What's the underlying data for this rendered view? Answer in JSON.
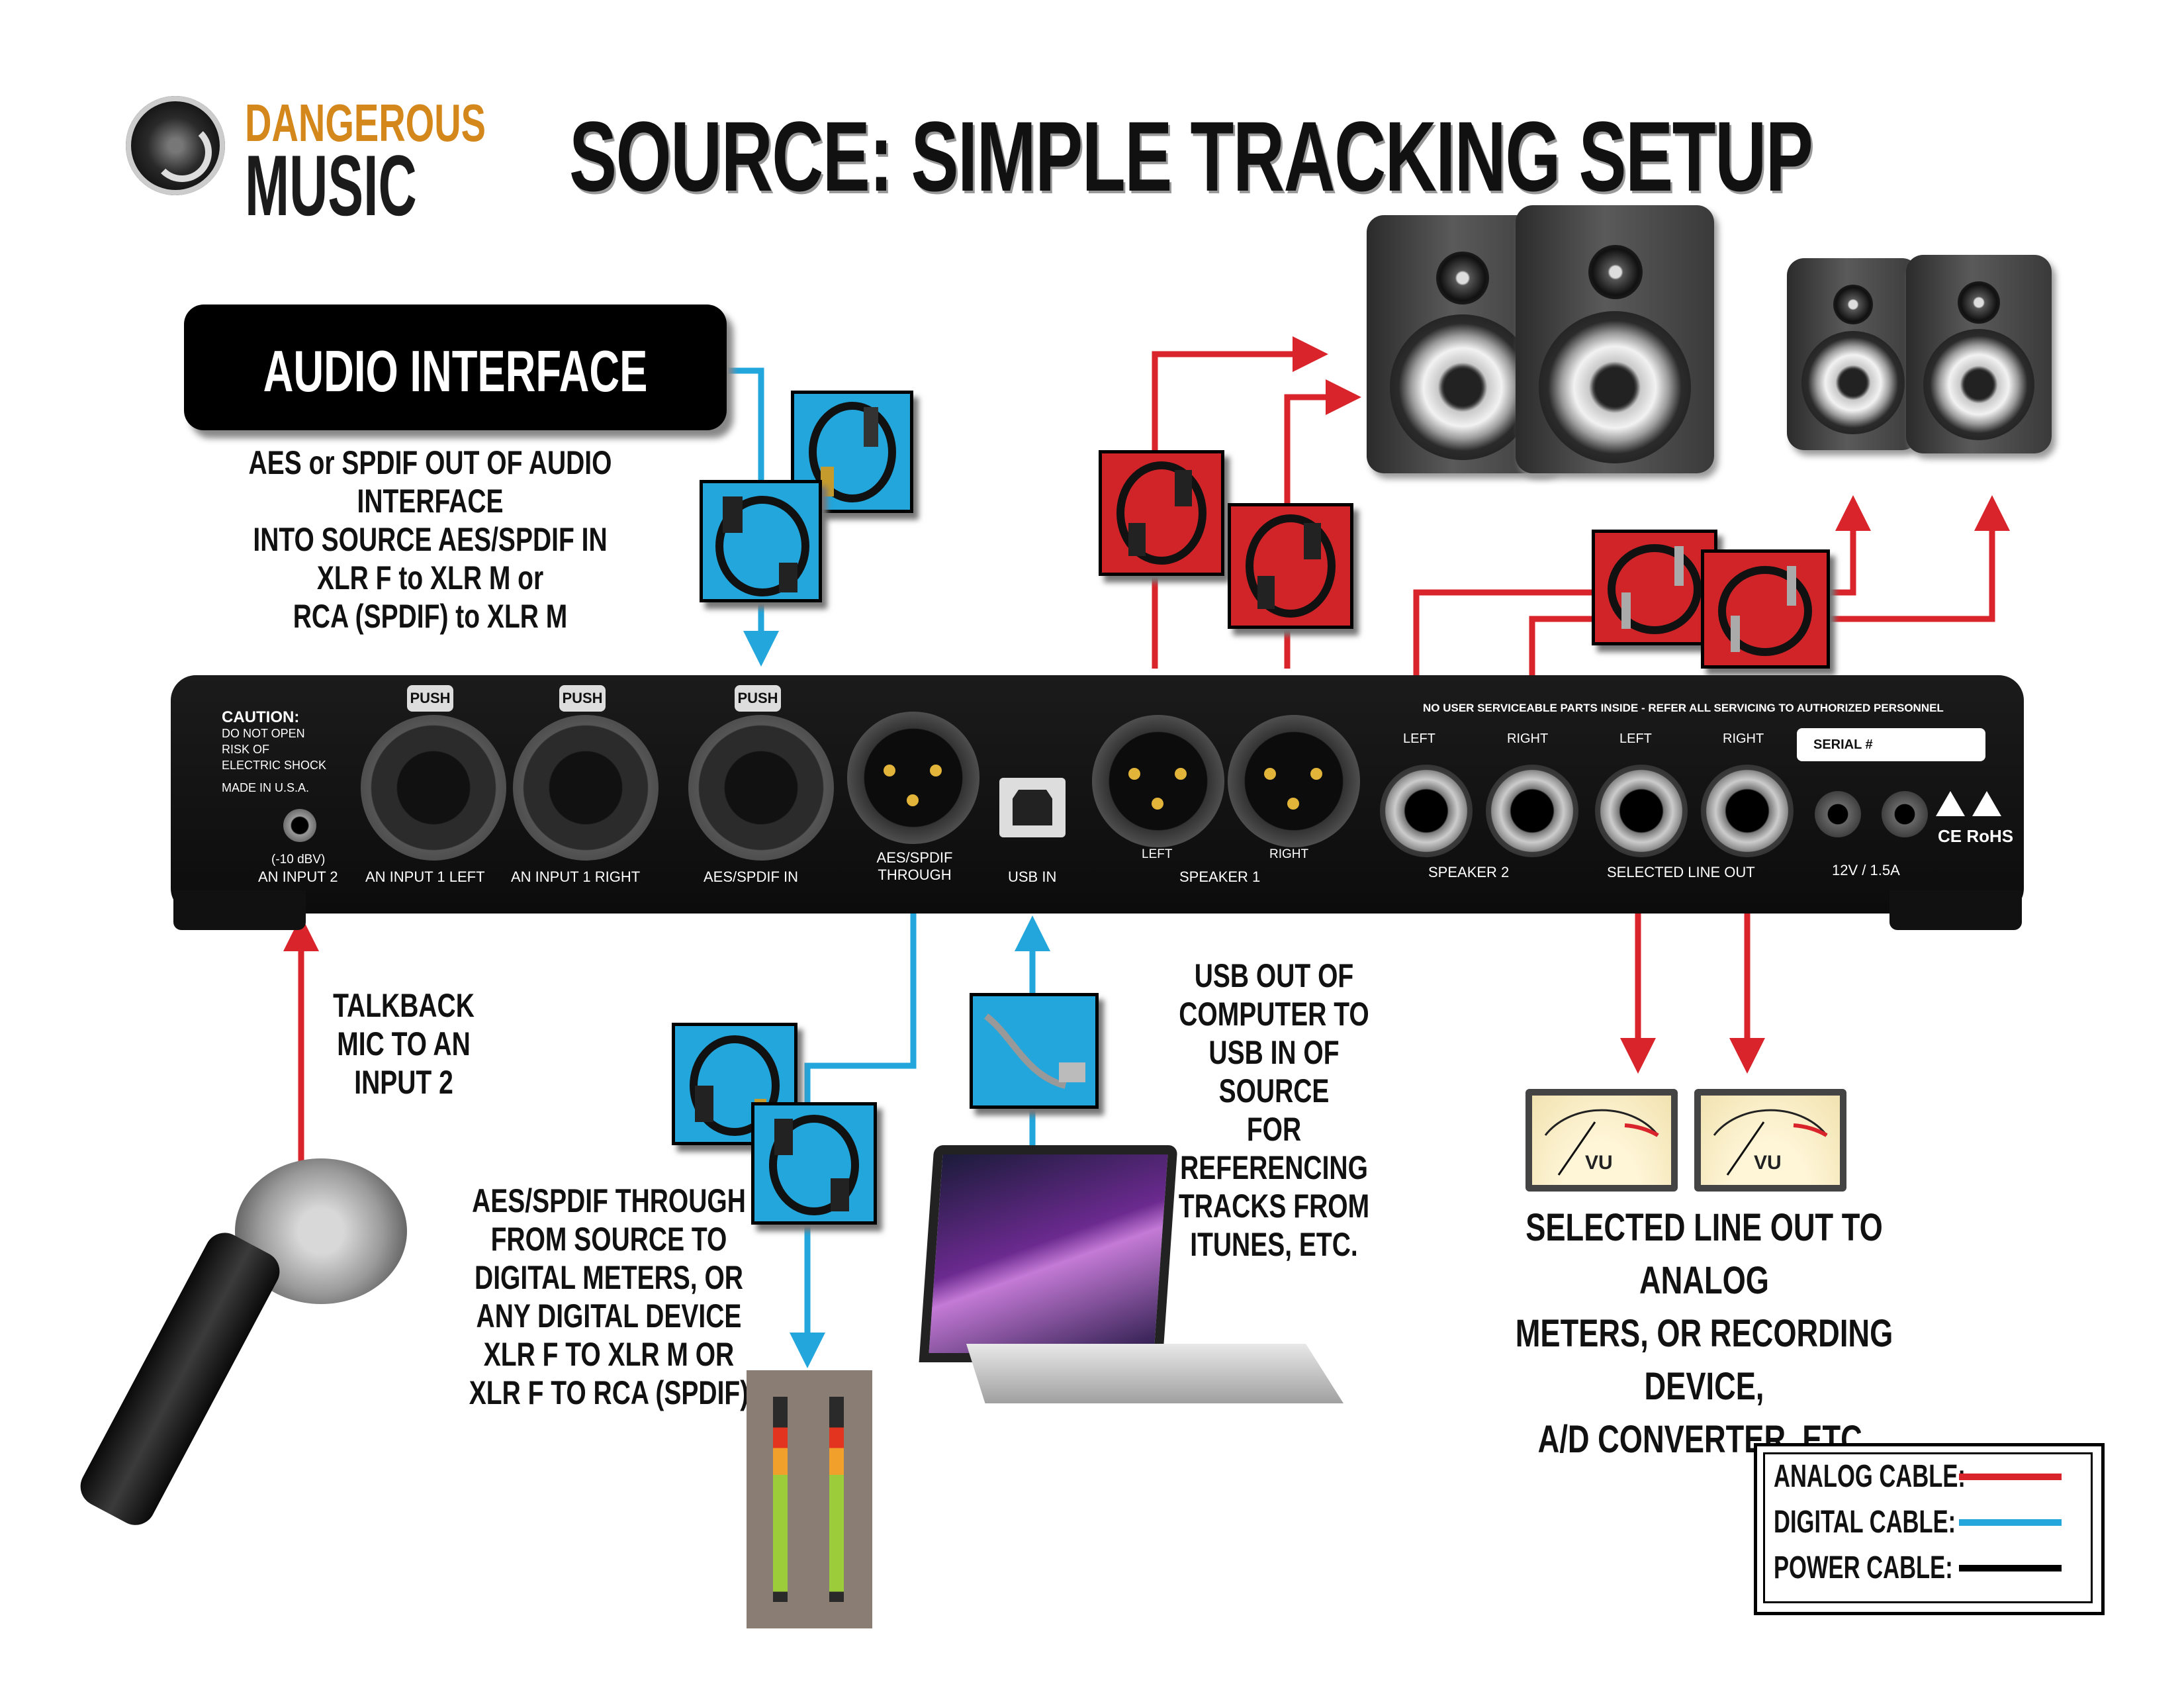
{
  "header": {
    "logo_top": "DANGEROUS",
    "logo_bottom": "MUSIC",
    "title": "SOURCE: SIMPLE TRACKING SETUP"
  },
  "audio_interface": {
    "label": "AUDIO INTERFACE",
    "note": [
      "AES or SPDIF OUT OF AUDIO INTERFACE",
      "INTO SOURCE AES/SPDIF IN",
      "XLR F to XLR M or",
      "RCA (SPDIF) to XLR M"
    ]
  },
  "device": {
    "caution": [
      "CAUTION:",
      "DO NOT OPEN",
      "RISK OF",
      "ELECTRIC SHOCK"
    ],
    "made_in": "MADE IN U.S.A.",
    "service_warning": "NO USER SERVICEABLE PARTS INSIDE - REFER ALL SERVICING TO AUTHORIZED PERSONNEL",
    "push_label": "PUSH",
    "serial_label": "SERIAL #",
    "ports": {
      "an_input_2_level": "(-10 dBV)",
      "an_input_2": "AN INPUT 2",
      "an_input_1_left": "AN INPUT 1 LEFT",
      "an_input_1_right": "AN INPUT 1 RIGHT",
      "aes_spdif_in": "AES/SPDIF IN",
      "aes_spdif_through_1": "AES/SPDIF",
      "aes_spdif_through_2": "THROUGH",
      "usb_in": "USB IN",
      "speaker1_left": "LEFT",
      "speaker1_right": "RIGHT",
      "speaker1": "SPEAKER 1",
      "speaker2_left": "LEFT",
      "speaker2_right": "RIGHT",
      "speaker2": "SPEAKER 2",
      "line_left": "LEFT",
      "line_right": "RIGHT",
      "selected_line_out": "SELECTED LINE OUT",
      "power": "12V / 1.5A",
      "certs": "CE RoHS"
    }
  },
  "notes": {
    "talkback": [
      "TALKBACK",
      "MIC TO AN",
      "INPUT 2"
    ],
    "aes_through": [
      "AES/SPDIF THROUGH",
      "FROM SOURCE TO",
      "DIGITAL METERS, OR",
      "ANY DIGITAL DEVICE",
      "XLR F TO XLR M OR",
      "XLR F TO RCA (SPDIF)"
    ],
    "usb": [
      "USB OUT OF",
      "COMPUTER TO",
      "USB IN OF SOURCE",
      "FOR REFERENCING",
      "TRACKS FROM",
      "ITUNES, ETC."
    ],
    "line_out": [
      "SELECTED LINE OUT TO ANALOG",
      "METERS, OR RECORDING DEVICE,",
      "A/D CONVERTER, ETC."
    ]
  },
  "vu_label": "VU",
  "legend": {
    "items": [
      {
        "label": "ANALOG CABLE:",
        "color": "#d9242b"
      },
      {
        "label": "DIGITAL CABLE:",
        "color": "#22a6dc"
      },
      {
        "label": "POWER CABLE:",
        "color": "#000000"
      }
    ]
  },
  "colors": {
    "analog": "#d9242b",
    "digital": "#22a6dc",
    "power": "#000000",
    "brand_orange": "#d4871b"
  }
}
